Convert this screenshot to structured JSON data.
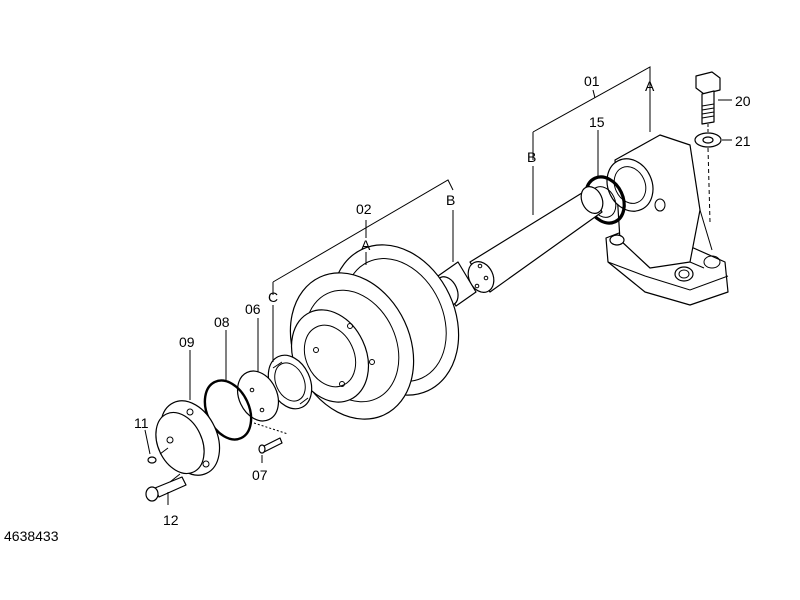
{
  "labels": {
    "l01": "01",
    "l02": "02",
    "lA1": "A",
    "lB1": "B",
    "lB2": "B",
    "lA2": "A",
    "lC": "C",
    "l15": "15",
    "l20": "20",
    "l21": "21",
    "l06": "06",
    "l07": "07",
    "l08": "08",
    "l09": "09",
    "l11": "11",
    "l12": "12"
  },
  "drawing_number": "4638433"
}
